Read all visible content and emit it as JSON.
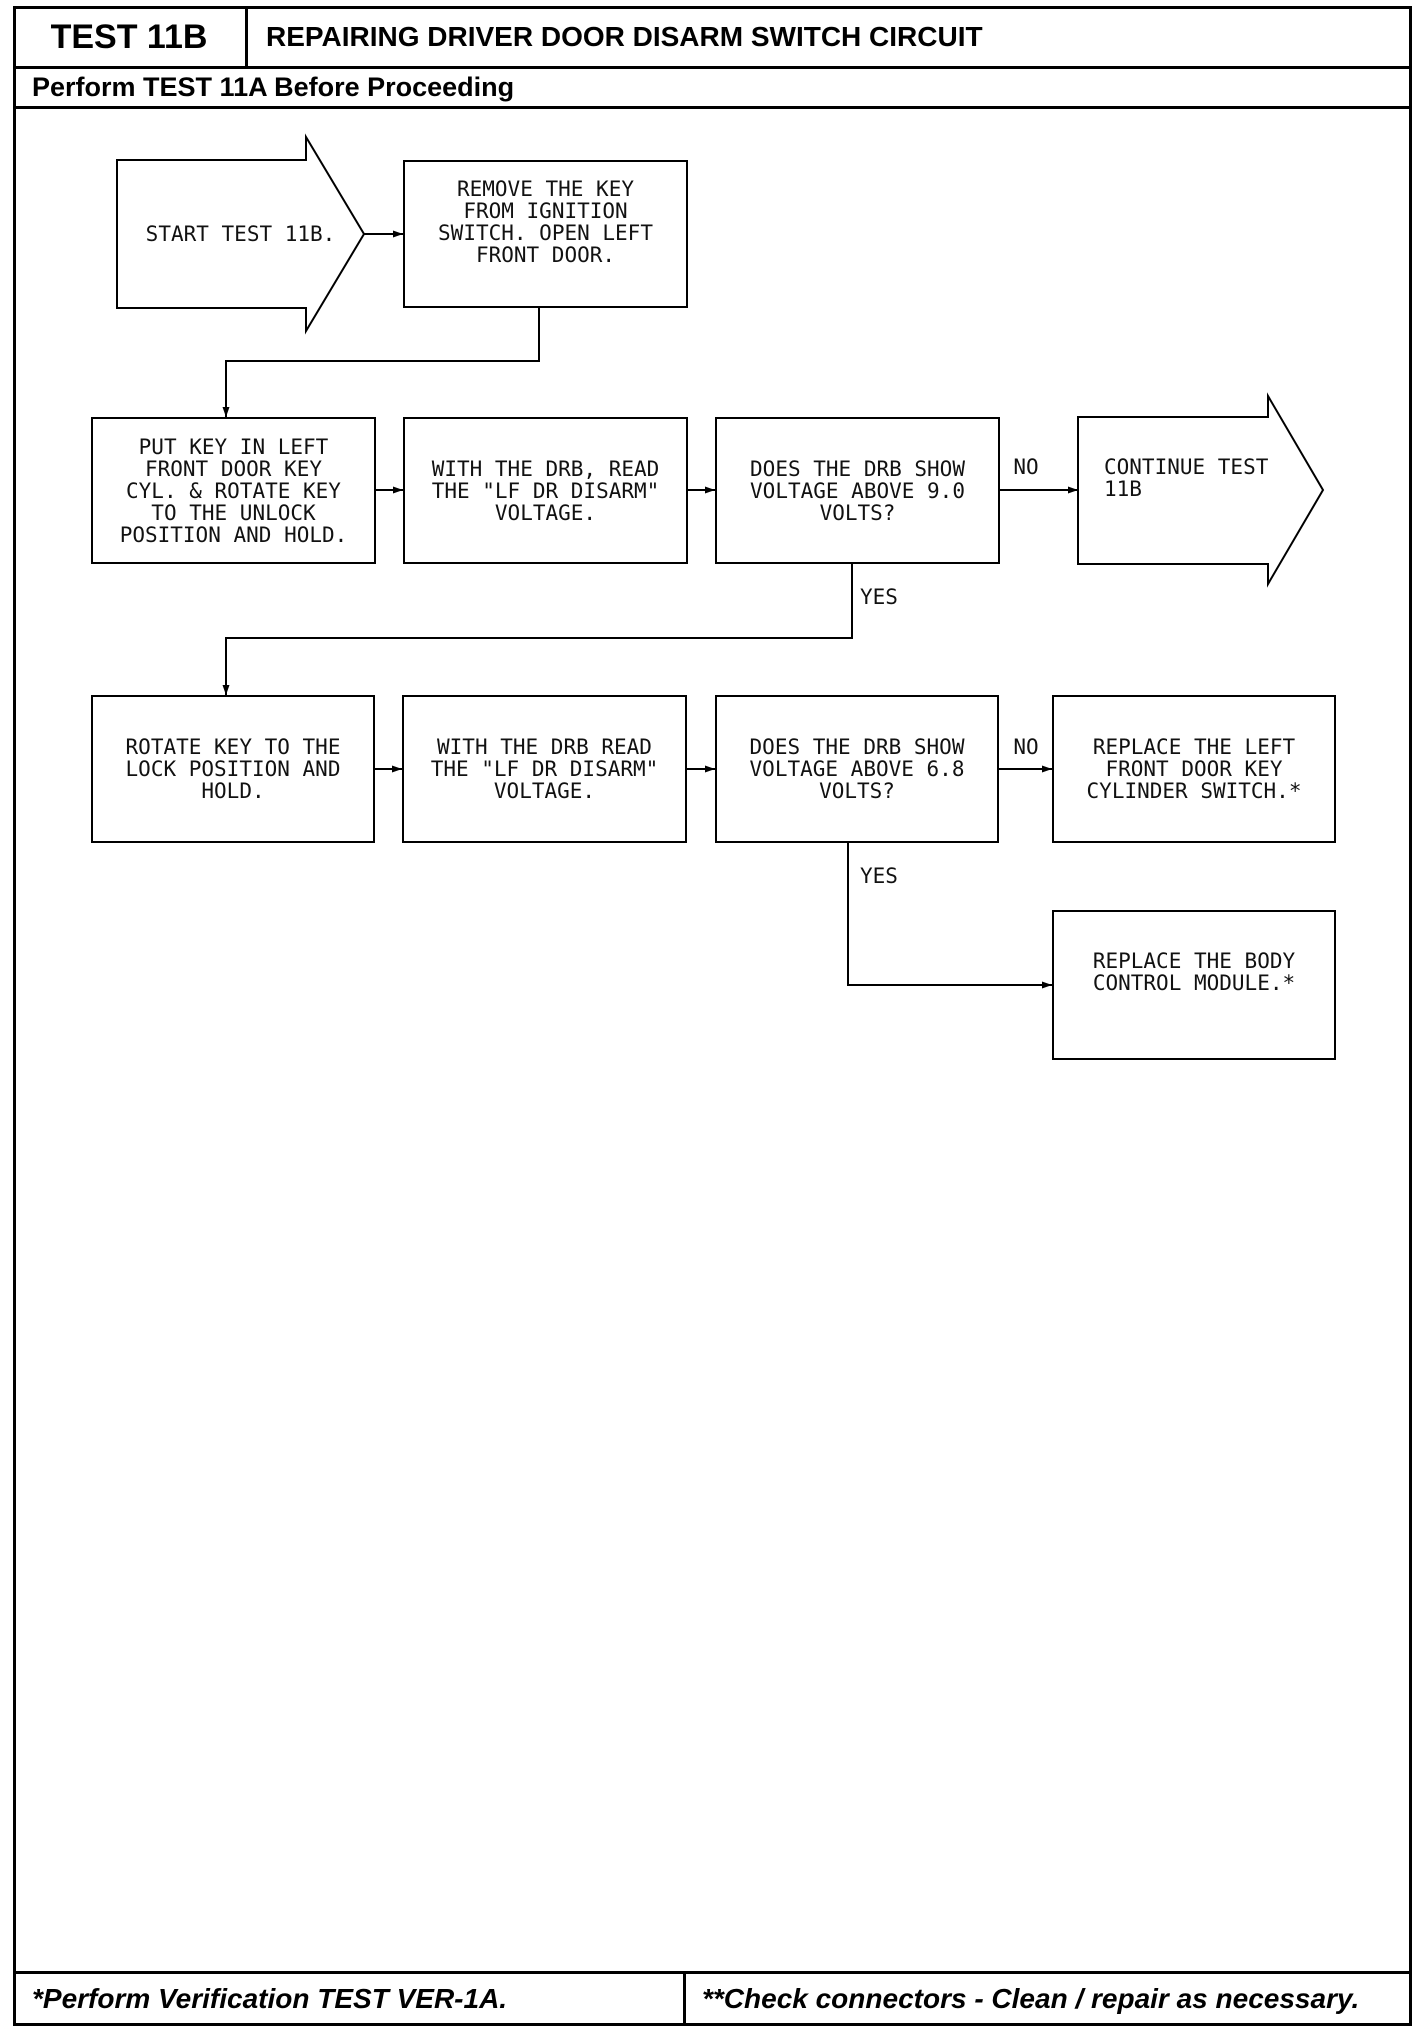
{
  "header": {
    "test_label": "TEST 11B",
    "title": "REPAIRING DRIVER DOOR DISARM SWITCH CIRCUIT",
    "prerequisite": "Perform TEST 11A Before Proceeding"
  },
  "flowchart": {
    "nodes": {
      "start": "START TEST 11B.",
      "remove_key": "REMOVE THE KEY\nFROM IGNITION\nSWITCH. OPEN LEFT\nFRONT DOOR.",
      "unlock_position": "PUT KEY IN LEFT\nFRONT DOOR KEY\nCYL. & ROTATE KEY\nTO THE UNLOCK\nPOSITION AND HOLD.",
      "read_voltage_unlock": "WITH THE DRB, READ\nTHE \"LF DR DISARM\"\nVOLTAGE.",
      "check_above_9": "DOES THE DRB SHOW\nVOLTAGE ABOVE 9.0\nVOLTS?",
      "continue_test": "CONTINUE TEST\n11B",
      "lock_position": "ROTATE KEY TO THE\nLOCK POSITION AND\nHOLD.",
      "read_voltage_lock": "WITH THE DRB READ\nTHE \"LF DR DISARM\"\nVOLTAGE.",
      "check_above_6_8": "DOES THE DRB SHOW\nVOLTAGE ABOVE 6.8\nVOLTS?",
      "replace_key_cylinder_switch": "REPLACE THE LEFT\nFRONT DOOR KEY\nCYLINDER SWITCH.*",
      "replace_body_control_module": "REPLACE THE BODY\nCONTROL MODULE.*"
    },
    "edge_labels": {
      "above_9_no": "NO",
      "above_9_yes": "YES",
      "above_6_8_no": "NO",
      "above_6_8_yes": "YES"
    }
  },
  "footer": {
    "verification_note": "*Perform Verification TEST VER-1A.",
    "connector_note": "**Check connectors - Clean / repair as necessary."
  }
}
